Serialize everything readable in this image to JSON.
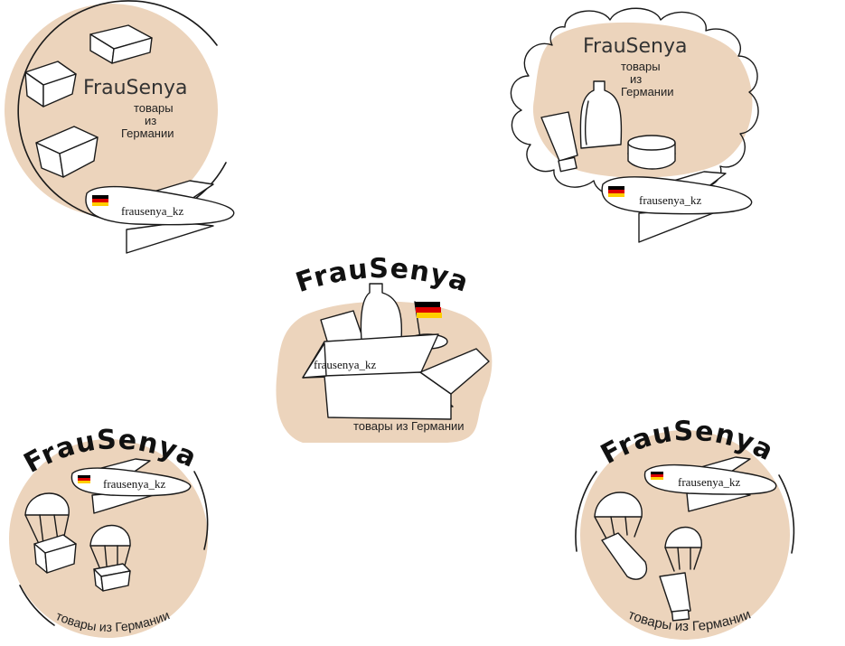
{
  "brand": "FrauSenya",
  "tagline_line1": "товары",
  "tagline_line2": "из",
  "tagline_line3": "Германии",
  "tagline_full": "товары из Германии",
  "handle": "frausenya_kz",
  "colors": {
    "beige": "#ecd4bc",
    "ink": "#1a1a1a",
    "flag_black": "#000000",
    "flag_red": "#dd0000",
    "flag_gold": "#ffce00"
  }
}
